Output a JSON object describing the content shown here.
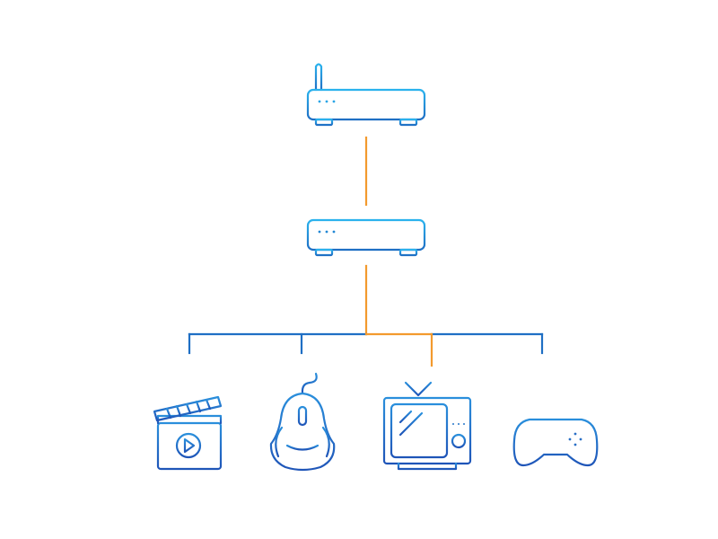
{
  "diagram": {
    "nodes": [
      {
        "id": "router",
        "icon": "router-icon"
      },
      {
        "id": "modem",
        "icon": "modem-icon"
      },
      {
        "id": "media",
        "icon": "video-clapperboard-icon"
      },
      {
        "id": "mouse",
        "icon": "gaming-mouse-icon"
      },
      {
        "id": "tv",
        "icon": "television-icon"
      },
      {
        "id": "gamepad",
        "icon": "gamepad-icon"
      }
    ],
    "edges": [
      {
        "from": "router",
        "to": "modem",
        "highlighted": true
      },
      {
        "from": "modem",
        "to": "media",
        "highlighted": false
      },
      {
        "from": "modem",
        "to": "mouse",
        "highlighted": false
      },
      {
        "from": "modem",
        "to": "tv",
        "highlighted": true
      },
      {
        "from": "modem",
        "to": "gamepad",
        "highlighted": false
      }
    ]
  },
  "colors": {
    "device_light_blue": "#29a8e6",
    "device_blue": "#1f6fc4",
    "tree_blue": "#1f6fc4",
    "highlight_orange": "#f39a2e"
  }
}
